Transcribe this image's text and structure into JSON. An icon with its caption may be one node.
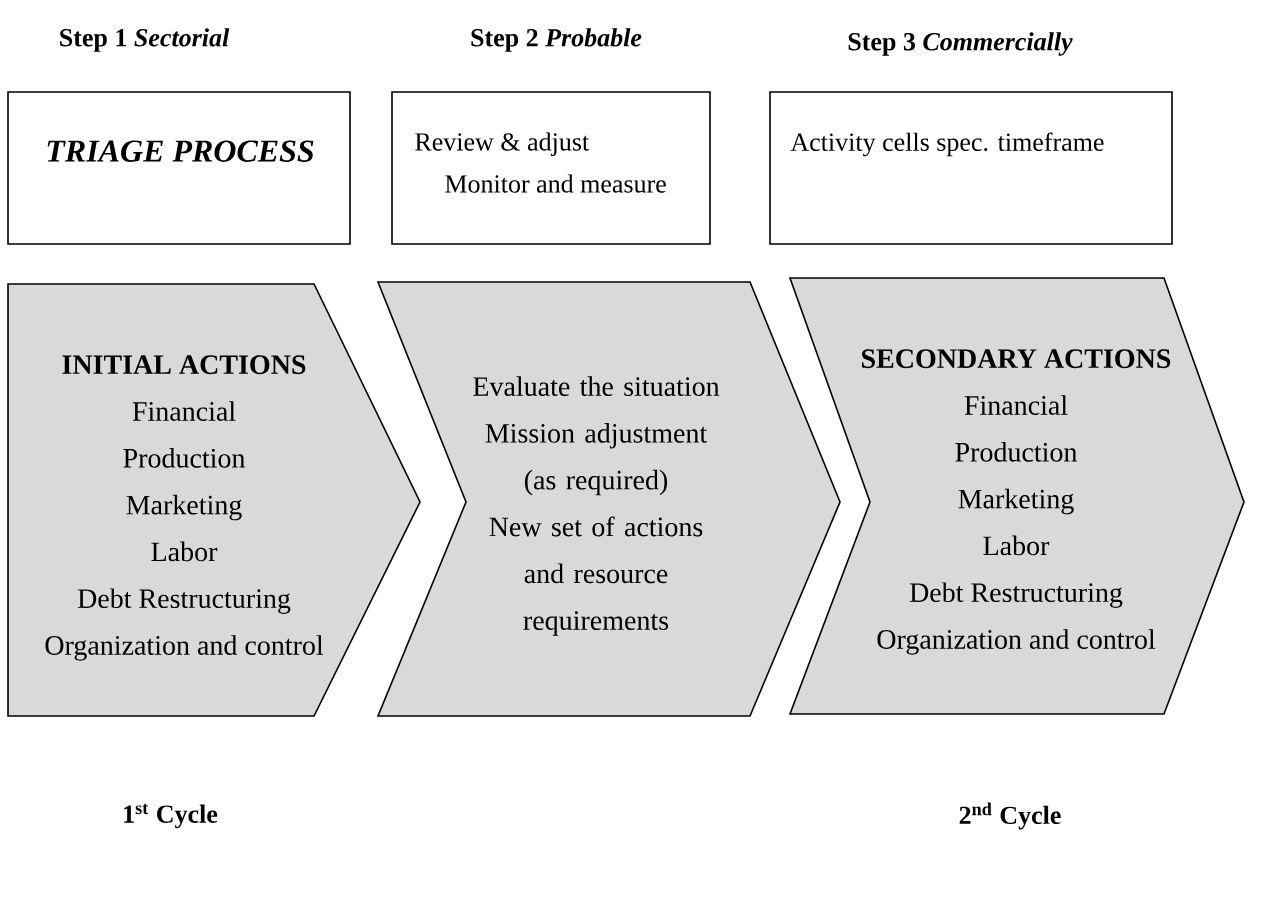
{
  "diagram": {
    "nodes": [
      {
        "text": [
          "TRIAGE PROCESS"
        ]
      },
      {
        "text": [
          "Review & adjust",
          "Monitor and measure"
        ]
      },
      {
        "text": [
          "Activity cells spec. timeframe"
        ]
      },
      {
        "text": [
          "INITIAL ACTIONS",
          "Financial",
          "Production",
          "Marketing",
          "Labor",
          "Debt Restructuring",
          "Organization and control"
        ]
      },
      {
        "text": [
          "Evaluate the situation",
          "Mission adjustment (as required)",
          "New set of actions and resource requirements"
        ]
      },
      {
        "text": [
          "SECONDARY ACTIONS",
          "Financial",
          "Production",
          "Marketing",
          "Labor",
          "Debt Restructuring",
          "Organization and control"
        ]
      }
    ],
    "labels": [
      "Step 1 *Sectorial*",
      "Step 2 *Probable*",
      "Step 3 *Commercially*",
      "1$^{st}$ Cycle",
      "2$^{nd}$ Cycle"
    ]
  }
}
